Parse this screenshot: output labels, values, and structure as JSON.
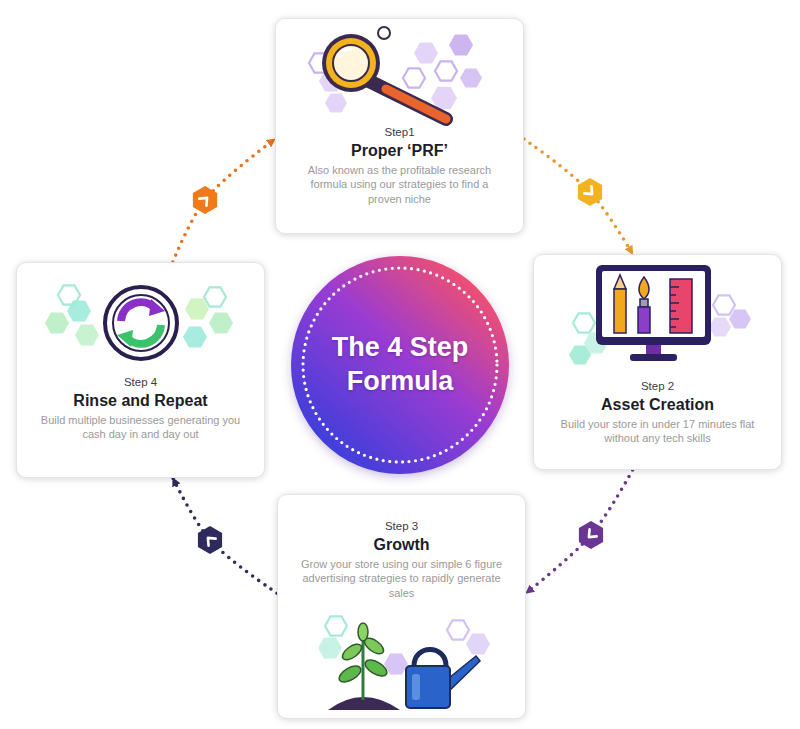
{
  "diagram": {
    "nodes": [
      {
        "text": [
          "Step1",
          "Proper ‘PRF’",
          "Also known as the profitable research formula using our strategies to find a proven niche"
        ]
      },
      {
        "text": [
          "Step 2",
          "Asset Creation",
          "Build your store in under 17 minutes flat without any tech skills"
        ]
      },
      {
        "text": [
          "Step 3",
          "Growth",
          "Grow your store using our simple 6 figure advertising strategies to rapidly generate sales"
        ]
      },
      {
        "text": [
          "Step 4",
          "Rinse and Repeat",
          "Build multiple businesses generating you cash day in and day out"
        ]
      },
      {
        "text": [
          "The 4 Step Formula"
        ]
      }
    ],
    "edges": [
      {
        "from": 0,
        "to": 1,
        "arrow": "to"
      },
      {
        "from": 1,
        "to": 2,
        "arrow": "to"
      },
      {
        "from": 2,
        "to": 3,
        "arrow": "to"
      },
      {
        "from": 3,
        "to": 0,
        "arrow": "to"
      }
    ]
  }
}
